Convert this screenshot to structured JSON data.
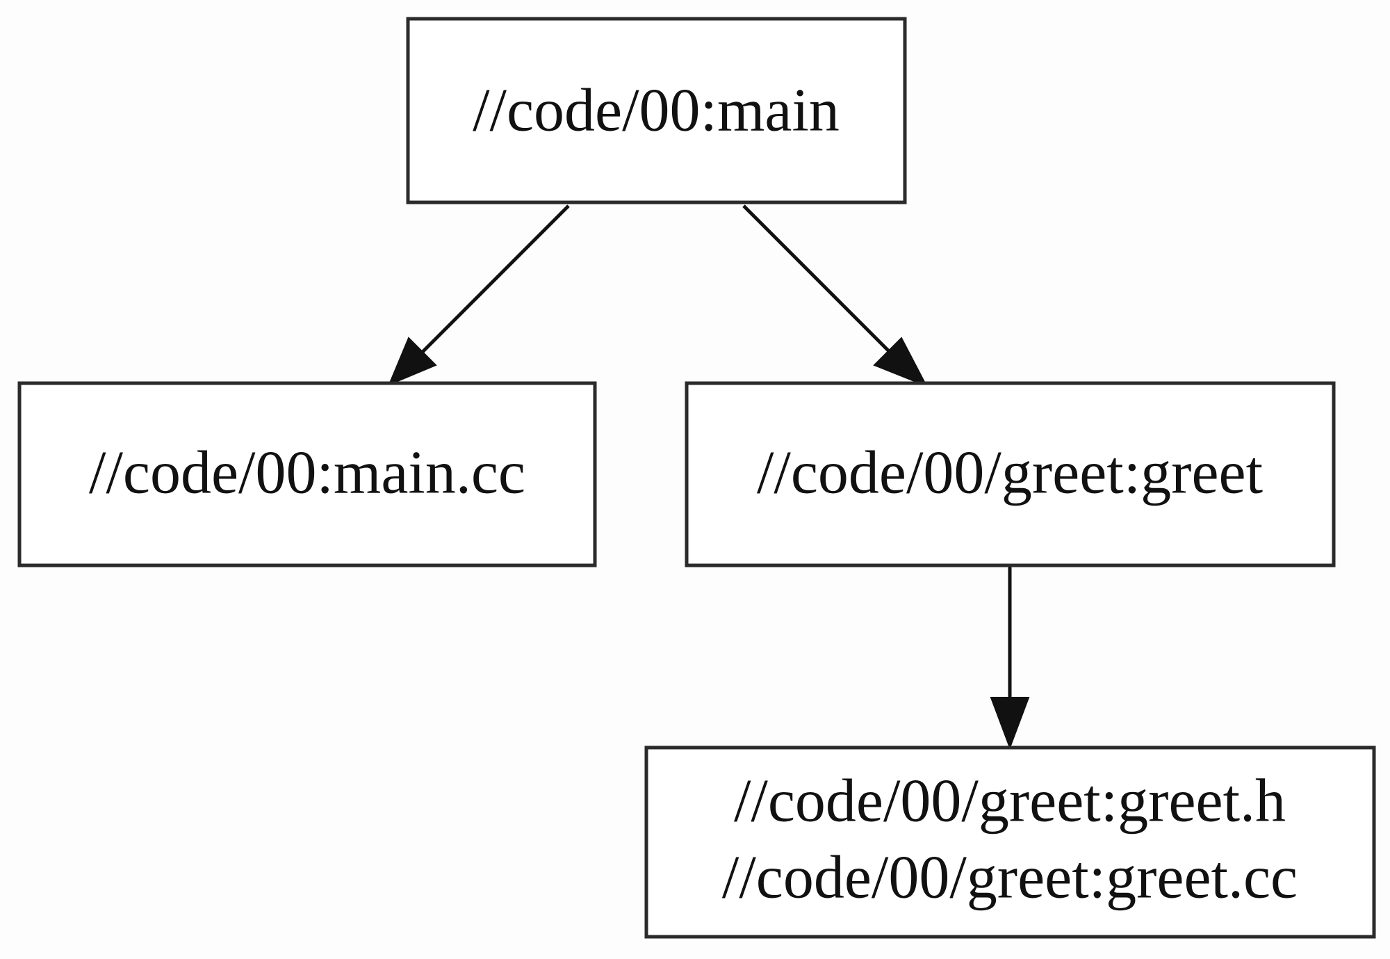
{
  "graph": {
    "nodes": [
      {
        "id": "main",
        "lines": [
          "//code/00:main"
        ]
      },
      {
        "id": "main_cc",
        "lines": [
          "//code/00:main.cc"
        ]
      },
      {
        "id": "greet",
        "lines": [
          "//code/00/greet:greet"
        ]
      },
      {
        "id": "greet_srcs",
        "lines": [
          "//code/00/greet:greet.h",
          "//code/00/greet:greet.cc"
        ]
      }
    ],
    "edges": [
      {
        "from": "main",
        "to": "main_cc"
      },
      {
        "from": "main",
        "to": "greet"
      },
      {
        "from": "greet",
        "to": "greet_srcs"
      }
    ]
  }
}
